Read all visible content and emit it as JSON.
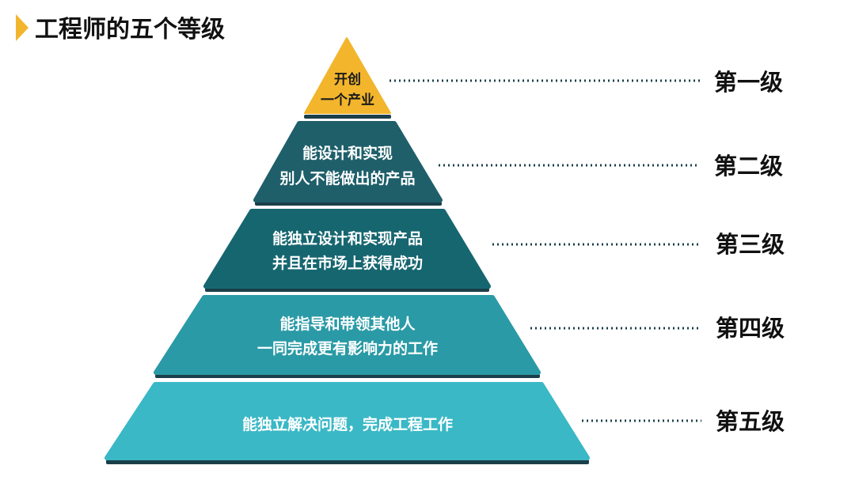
{
  "title": "工程师的五个等级",
  "colors": {
    "accent": "#F2B52C",
    "tier1": "#F2B52C",
    "tier2": "#1E5F6A",
    "tier3": "#166670",
    "tier4": "#2A9AA6",
    "tier5": "#3AB8C6",
    "shadow": "#1B3F4A",
    "dots": "#1B3F4A"
  },
  "tiers": [
    {
      "level": "第一级",
      "lines": [
        "开创",
        "一个产业"
      ]
    },
    {
      "level": "第二级",
      "lines": [
        "能设计和实现",
        "别人不能做出的产品"
      ]
    },
    {
      "level": "第三级",
      "lines": [
        "能独立设计和实现产品",
        "并且在市场上获得成功"
      ]
    },
    {
      "level": "第四级",
      "lines": [
        "能指导和带领其他人",
        "一同完成更有影响力的工作"
      ]
    },
    {
      "level": "第五级",
      "lines": [
        "能独立解决问题，完成工程工作"
      ]
    }
  ]
}
